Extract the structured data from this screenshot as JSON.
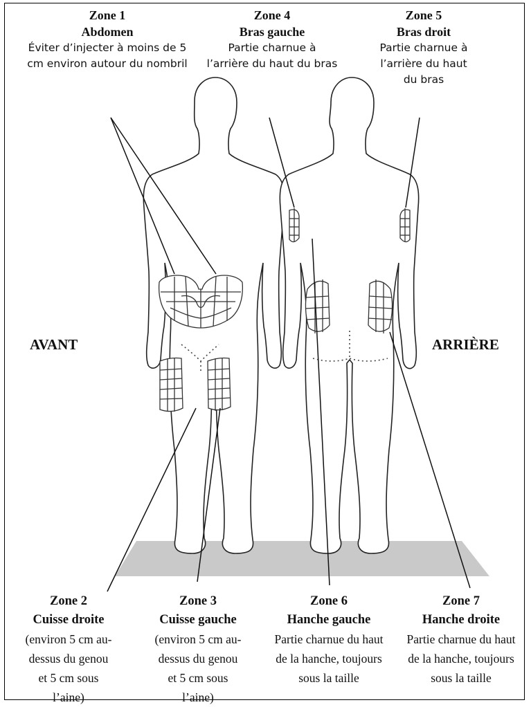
{
  "views": {
    "front": "AVANT",
    "back": "ARRIÈRE"
  },
  "zones": [
    {
      "title": "Zone 1",
      "name": "Abdomen",
      "desc": "Éviter d’injecter à moins de 5 cm environ  autour du nombril"
    },
    {
      "title": "Zone 4",
      "name": "Bras gauche",
      "desc": "Partie charnue  à l’arrière du haut du bras"
    },
    {
      "title": "Zone 5",
      "name": "Bras droit",
      "desc": "Partie charnue à l’arrière du haut du bras"
    },
    {
      "title": "Zone 2",
      "name": "Cuisse droite",
      "desc": "(environ 5 cm au-dessus du genou et 5 cm sous l’aine)"
    },
    {
      "title": "Zone 3",
      "name": "Cuisse gauche",
      "desc": "(environ 5 cm au-dessus du genou et 5 cm sous l’aine)"
    },
    {
      "title": "Zone 6",
      "name": "Hanche gauche",
      "desc": "Partie charnue du haut de la hanche, toujours sous la taille"
    },
    {
      "title": "Zone 7",
      "name": "Hanche droite",
      "desc": "Partie charnue du haut de la hanche, toujours sous la taille"
    }
  ]
}
